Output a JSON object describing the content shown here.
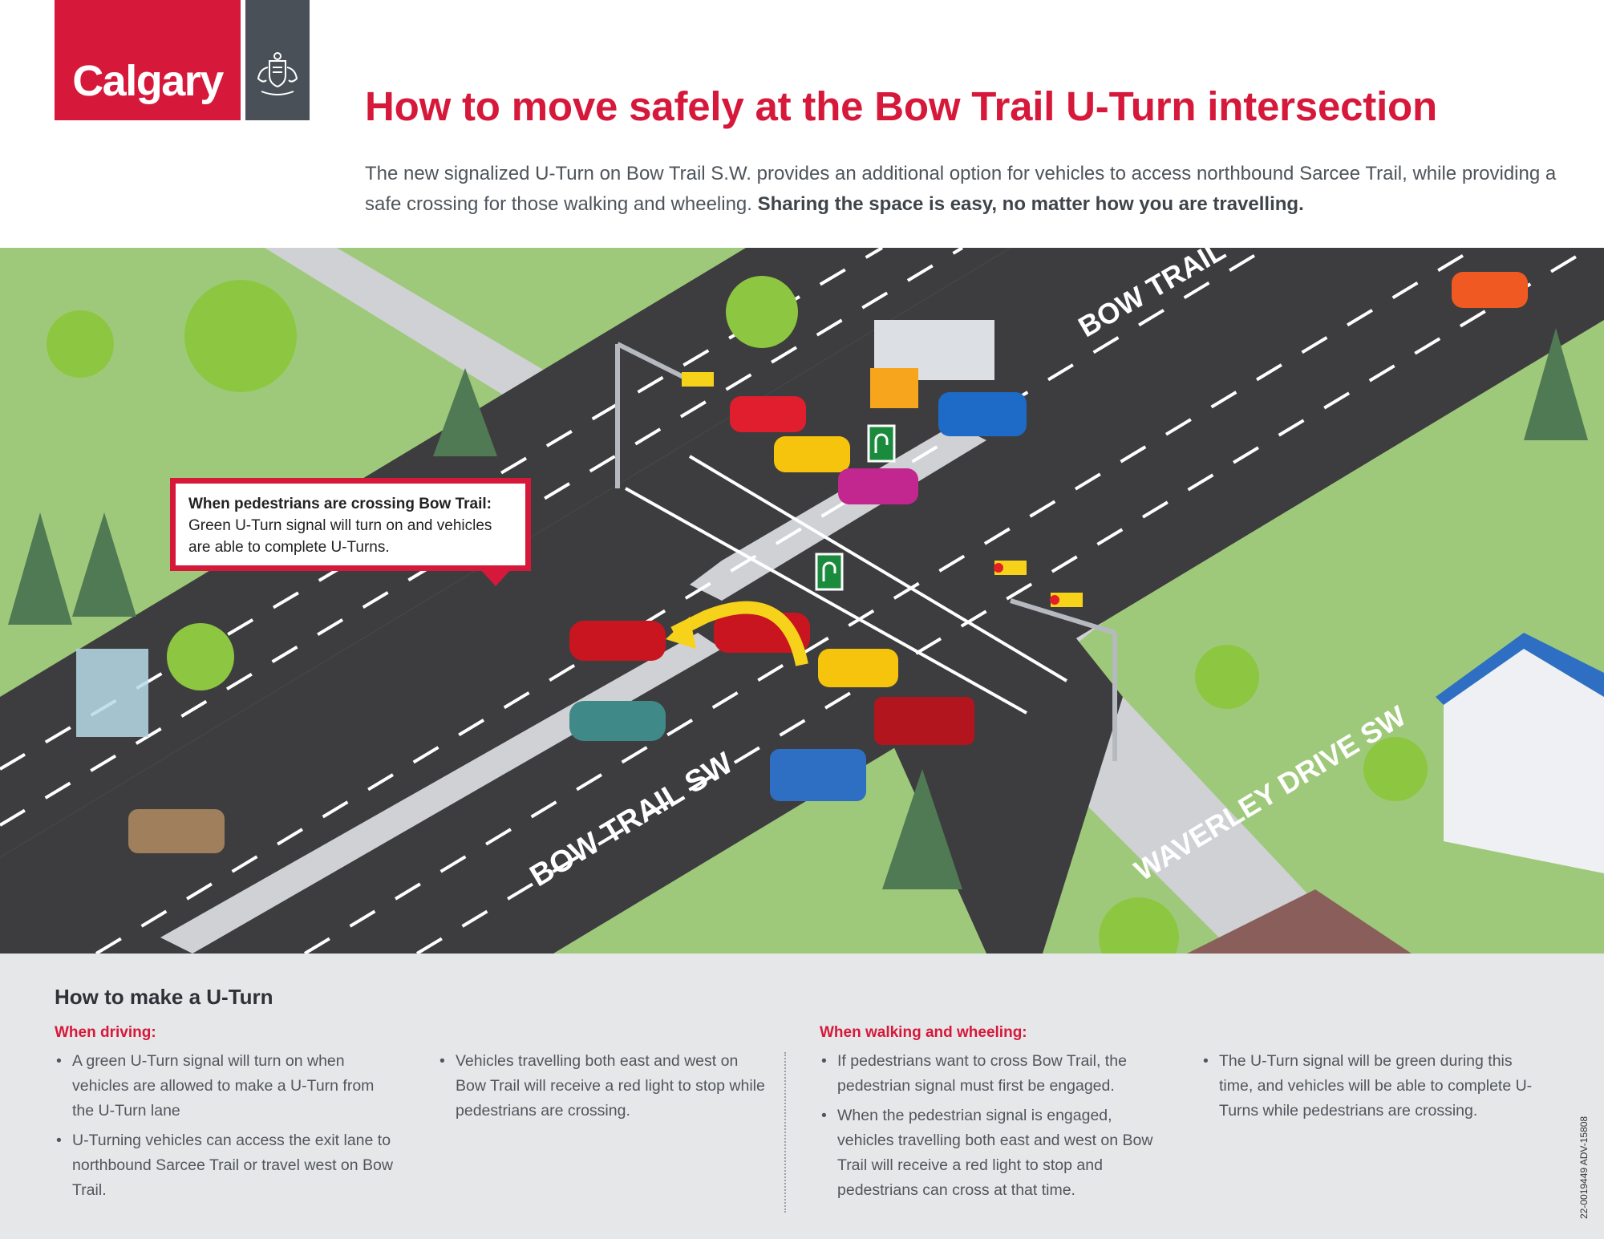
{
  "header": {
    "logo_text": "Calgary",
    "title": "How to move safely at the Bow Trail U-Turn intersection",
    "intro_text": "The new signalized U-Turn on Bow Trail S.W. provides an additional option for vehicles to access northbound Sarcee Trail, while providing a safe crossing for those walking and wheeling.",
    "intro_bold": "Sharing the space is easy, no matter how you are travelling."
  },
  "illustration": {
    "callout": {
      "heading": "When pedestrians are crossing Bow Trail:",
      "body": "Green U-Turn signal will turn on and vehicles are able to complete U-Turns."
    },
    "road_labels": {
      "bow_trail_top": "BOW TRAIL",
      "bow_trail_bottom": "BOW TRAIL SW",
      "waverley": "WAVERLEY DRIVE SW"
    },
    "icons": [
      "crest-icon",
      "u-turn-sign-icon",
      "traffic-light-icon"
    ]
  },
  "guide": {
    "title": "How to make a U-Turn",
    "driving": {
      "heading": "When driving:",
      "col1": [
        "A green U-Turn signal will turn on when vehicles are allowed to make a U-Turn from the U-Turn lane",
        "U-Turning vehicles can access the exit lane to northbound Sarcee Trail or travel west on Bow Trail."
      ],
      "col2": [
        "Vehicles travelling both east and west on Bow Trail will receive a red light to stop while pedestrians are crossing."
      ]
    },
    "walking": {
      "heading": "When walking and wheeling:",
      "col1": [
        "If pedestrians want to cross Bow Trail, the pedestrian signal must first be engaged.",
        "When the pedestrian signal is engaged, vehicles travelling both east and west on Bow Trail will receive a red light to stop and pedestrians can cross at that time."
      ],
      "col2": [
        "The U-Turn signal will be green during this time, and vehicles will be able to complete U-Turns while pedestrians are crossing."
      ]
    }
  },
  "doc_id": "22-0019449 ADV-15808",
  "colors": {
    "brand_red": "#d6183a",
    "logo_grey": "#4a5058",
    "road": "#3d3d3f",
    "grass": "#9fc97a",
    "panel": "#e6e7e9"
  }
}
